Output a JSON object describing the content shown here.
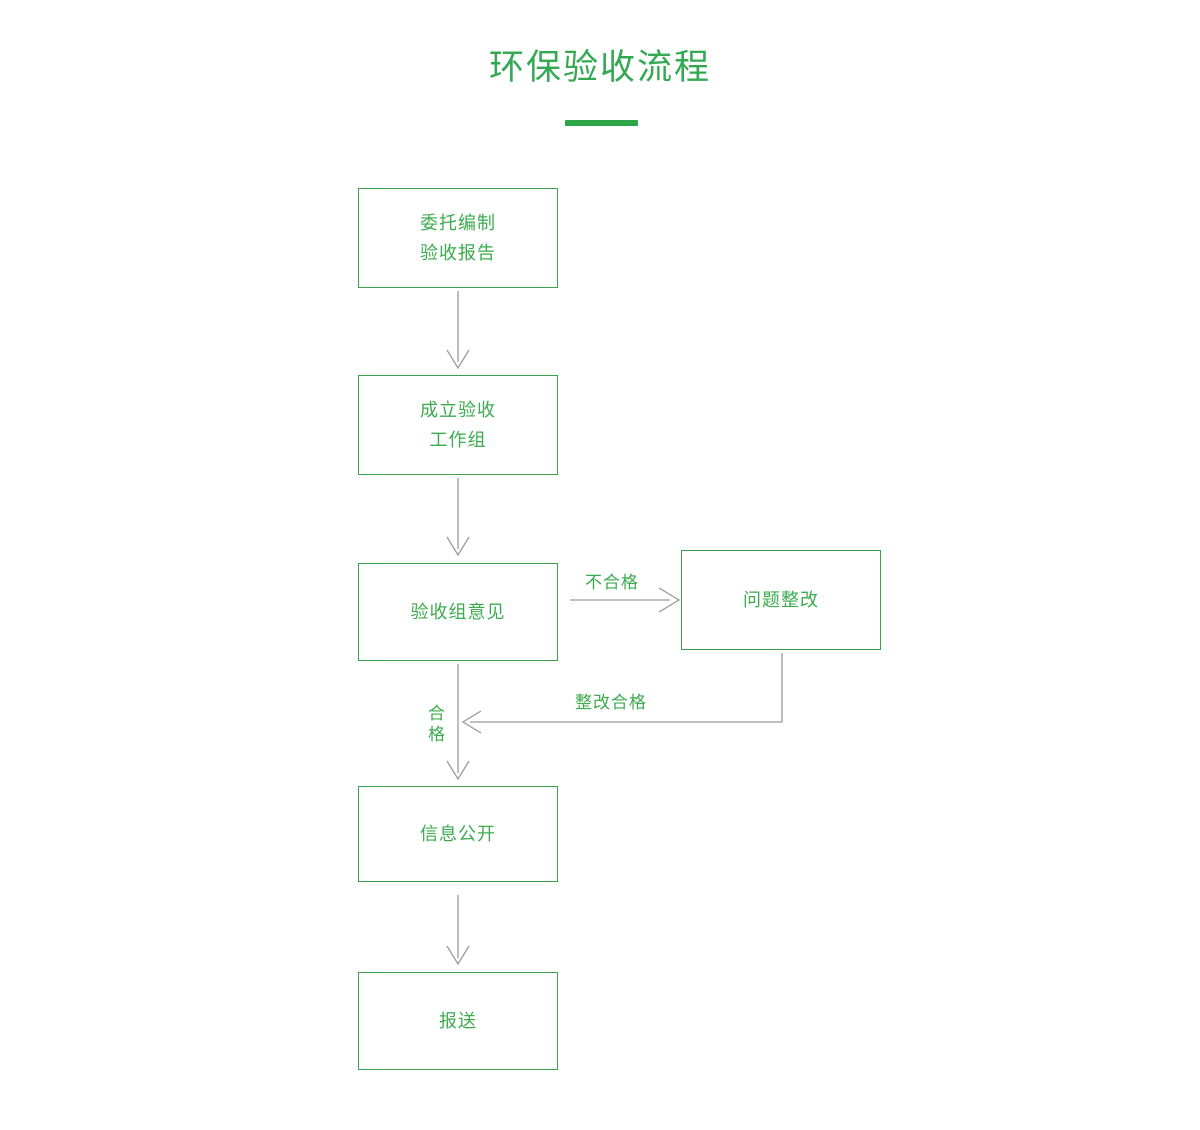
{
  "page": {
    "title": "环保验收流程",
    "accent_color": "#34a853",
    "box_border_color": "#3aa14d",
    "node_text_color": "#3cab4f",
    "connector_color": "#9a9a9a",
    "background": "#ffffff"
  },
  "flowchart": {
    "type": "flowchart",
    "orientation": "top-to-bottom",
    "nodes": [
      {
        "id": "entrust",
        "line1": "委托编制",
        "line2": "验收报告"
      },
      {
        "id": "group",
        "line1": "成立验收",
        "line2": "工作组"
      },
      {
        "id": "opinion",
        "line1": "验收组意见",
        "line2": ""
      },
      {
        "id": "rectify",
        "line1": "问题整改",
        "line2": ""
      },
      {
        "id": "disclose",
        "line1": "信息公开",
        "line2": ""
      },
      {
        "id": "submit",
        "line1": "报送",
        "line2": ""
      }
    ],
    "edges": [
      {
        "from": "entrust",
        "to": "group",
        "label": ""
      },
      {
        "from": "group",
        "to": "opinion",
        "label": ""
      },
      {
        "from": "opinion",
        "to": "rectify",
        "label": "不合格"
      },
      {
        "from": "rectify",
        "to": "opinion-down",
        "label": "整改合格"
      },
      {
        "from": "opinion",
        "to": "disclose",
        "label": "合格"
      },
      {
        "from": "disclose",
        "to": "submit",
        "label": ""
      }
    ],
    "edge_labels": {
      "fail": "不合格",
      "rectify_pass": "整改合格",
      "pass": "合格"
    }
  }
}
